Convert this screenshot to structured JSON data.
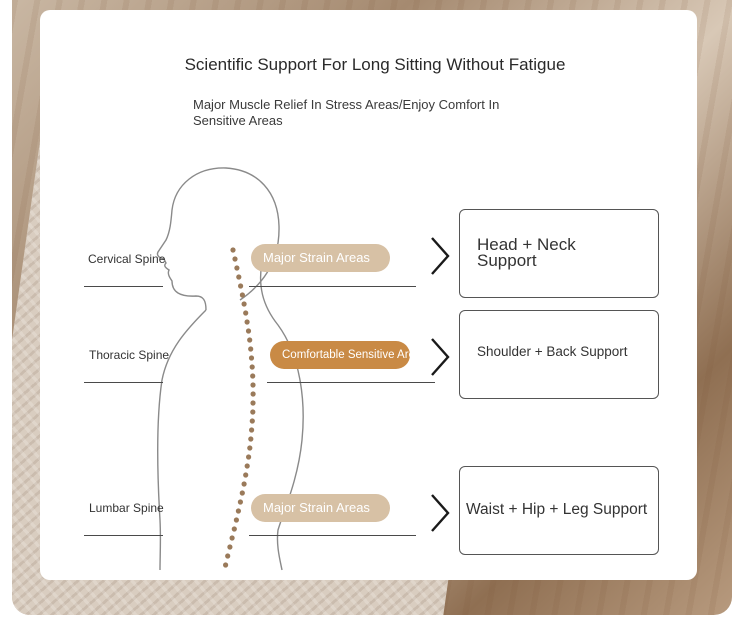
{
  "title": "Scientific Support For Long Sitting Without Fatigue",
  "subtitle": "Major Muscle Relief In Stress Areas/Enjoy Comfort In Sensitive Areas",
  "spine": {
    "cervical": "Cervical Spine",
    "thoracic": "Thoracic Spine",
    "lumbar": "Lumbar Spine"
  },
  "areas": {
    "upper": "Major Strain Areas",
    "middle": "Comfortable Sensitive Areas",
    "lower": "Major Strain Areas"
  },
  "support": {
    "head": "Head + Neck Support",
    "shoulder": "Shoulder + Back Support",
    "waist": "Waist + Hip + Leg Support"
  },
  "colors": {
    "strain_pill": "#d7c1a5",
    "sensitive_pill": "#c98a45",
    "spine_dots": "#9a7a5a"
  }
}
